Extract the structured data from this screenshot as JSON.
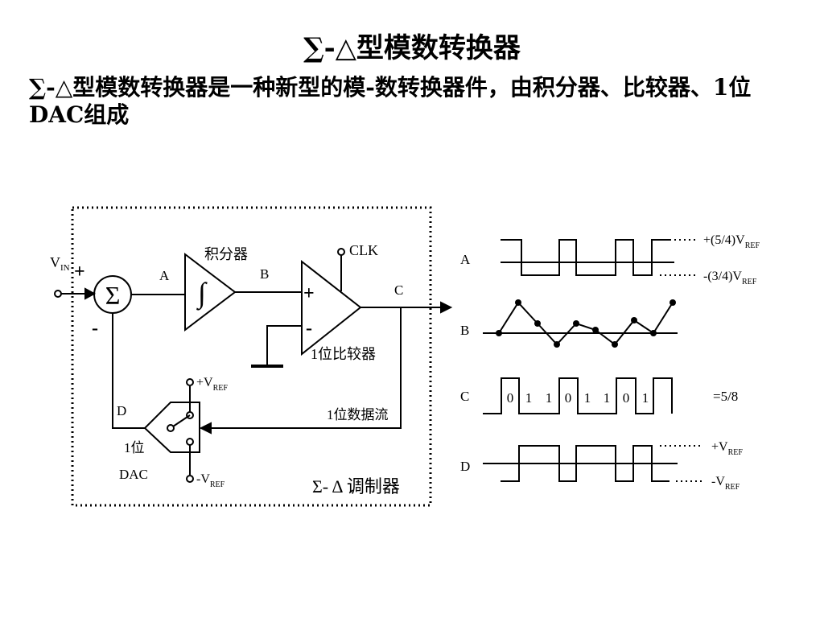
{
  "slide": {
    "title": "∑-△型模数转换器",
    "body": "∑-△型模数转换器是一种新型的模-数转换器件，由积分器、比较器、1位DAC组成"
  },
  "modulator": {
    "caption": "Σ- Δ 调制器",
    "vin_main": "V",
    "vin_sub": "IN",
    "plus": "+",
    "minus": "-",
    "sigma": "Σ",
    "integral": "∫",
    "integrator_label": "积分器",
    "clk_label": "CLK",
    "comparator_label": "1位比较器",
    "node_a": "A",
    "node_b": "B",
    "node_c": "C",
    "node_d": "D",
    "bitstream_label": "1位数据流",
    "dac_line1": "1位",
    "dac_line2": "DAC",
    "vref_pos": "+V",
    "vref_neg": "-V",
    "vref_sub": "REF"
  },
  "waveforms": {
    "label_a": "A",
    "label_b": "B",
    "label_c": "C",
    "label_d": "D",
    "a_high": "+(5/4)V",
    "a_low": "-(3/4)V",
    "d_high": "+V",
    "d_low": "-V",
    "ref_sub": "REF",
    "c_bits": [
      "0",
      "1",
      "1",
      "0",
      "1",
      "1",
      "0",
      "1"
    ],
    "c_ratio": "=5/8"
  }
}
